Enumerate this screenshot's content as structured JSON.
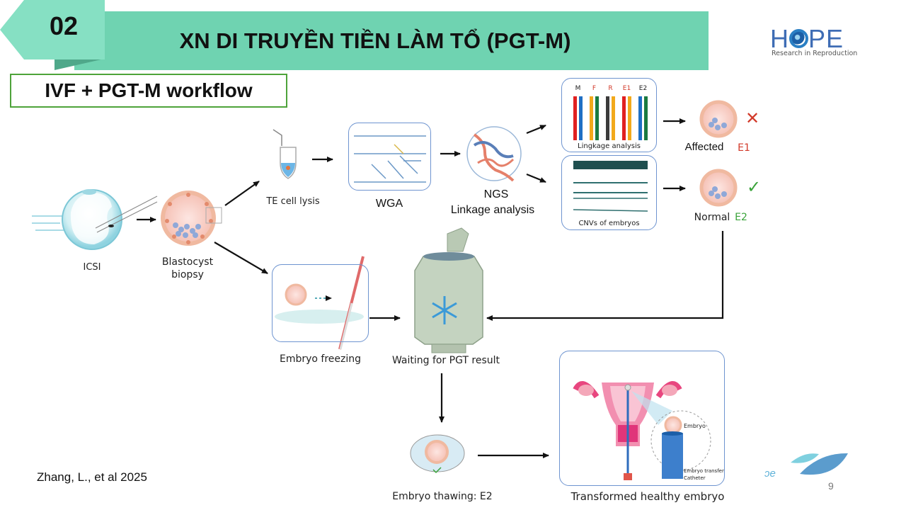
{
  "header": {
    "section_number": "02",
    "title": "XN DI TRUYỀN TIỀN LÀM TỔ (PGT-M)",
    "subtitle": "IVF + PGT-M workflow",
    "accent_color": "#6fd3b1",
    "tag_color": "#86e0c3"
  },
  "logo": {
    "word": "HOPE",
    "tagline": "Research in Reproduction",
    "color": "#3f6db5"
  },
  "workflow": {
    "steps": {
      "icsi": "ICSI",
      "blastocyst_biopsy_1": "Blastocyst",
      "blastocyst_biopsy_2": "biopsy",
      "te_cell_lysis": "TE cell lysis",
      "wga": "WGA",
      "ngs_1": "NGS",
      "ngs_2": "Linkage analysis",
      "linkage_panel": "Lingkage analysis",
      "cnv_panel": "CNVs of embryos",
      "embryo_freezing": "Embryo freezing",
      "waiting": "Waiting for PGT result",
      "thawing": "Embryo thawing: E2",
      "transfer": "Transformed healthy embryo",
      "embryo_label": "Embryo",
      "catheter_1": "Embryo transfer",
      "catheter_2": "Catheter"
    },
    "linkage_columns": [
      {
        "label": "M",
        "color": "#222222",
        "bars": [
          "#e02020",
          "#1f6fc4"
        ]
      },
      {
        "label": "F",
        "color": "#d23a2a",
        "bars": [
          "#f2a91b",
          "#1a7a40"
        ]
      },
      {
        "label": "R",
        "color": "#d23a2a",
        "bars": [
          "#3b3b3b",
          "#f2a91b"
        ]
      },
      {
        "label": "E1",
        "color": "#d23a2a",
        "bars": [
          "#e02020",
          "#f2a91b"
        ]
      },
      {
        "label": "E2",
        "color": "#222222",
        "bars": [
          "#1f6fc4",
          "#1a7a40"
        ]
      }
    ],
    "outcomes": {
      "affected_label": "Affected",
      "affected_id": "E1",
      "affected_color": "#d23a2a",
      "affected_mark": "✕",
      "normal_label": "Normal",
      "normal_id": "E2",
      "normal_color": "#3aa33a",
      "normal_mark": "✓"
    }
  },
  "footer": {
    "citation": "Zhang, L.,  et al 2025",
    "page_number": "9",
    "partial_text": "ɔe"
  }
}
